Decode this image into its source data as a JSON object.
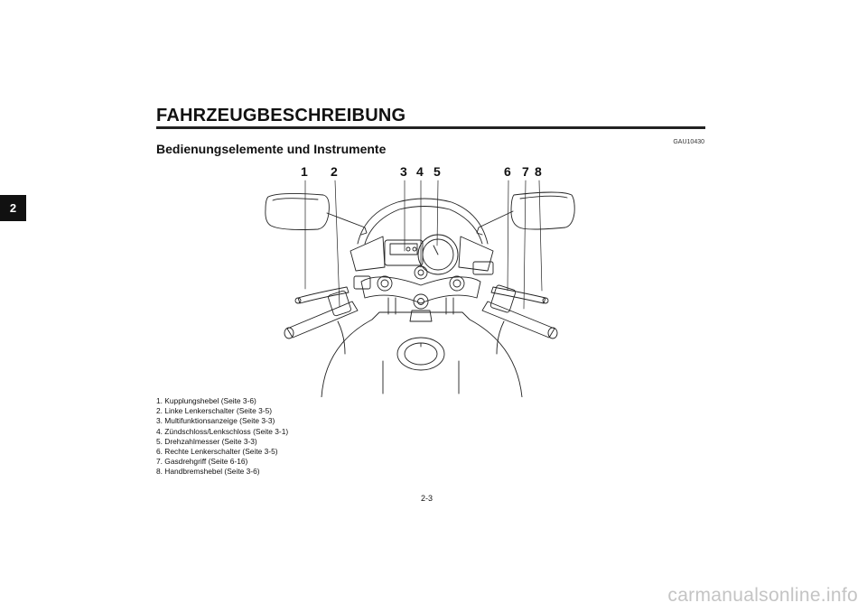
{
  "chapter_tab": "2",
  "header": {
    "title": "FAHRZEUGBESCHREIBUNG",
    "code": "GAU10430",
    "subtitle": "Bedienungselemente und Instrumente"
  },
  "figure": {
    "callout_numbers": [
      "1",
      "2",
      "3",
      "4",
      "5",
      "6",
      "7",
      "8"
    ]
  },
  "legend": [
    "1. Kupplungshebel (Seite 3-6)",
    "2. Linke Lenkerschalter (Seite 3-5)",
    "3. Multifunktionsanzeige (Seite 3-3)",
    "4. Zündschloss/Lenkschloss (Seite 3-1)",
    "5. Drehzahlmesser (Seite 3-3)",
    "6. Rechte Lenkerschalter (Seite 3-5)",
    "7. Gasdrehgriff (Seite 6-16)",
    "8. Handbremshebel (Seite 3-6)"
  ],
  "page_number": "2-3",
  "watermark": "carmanualsonline.info"
}
